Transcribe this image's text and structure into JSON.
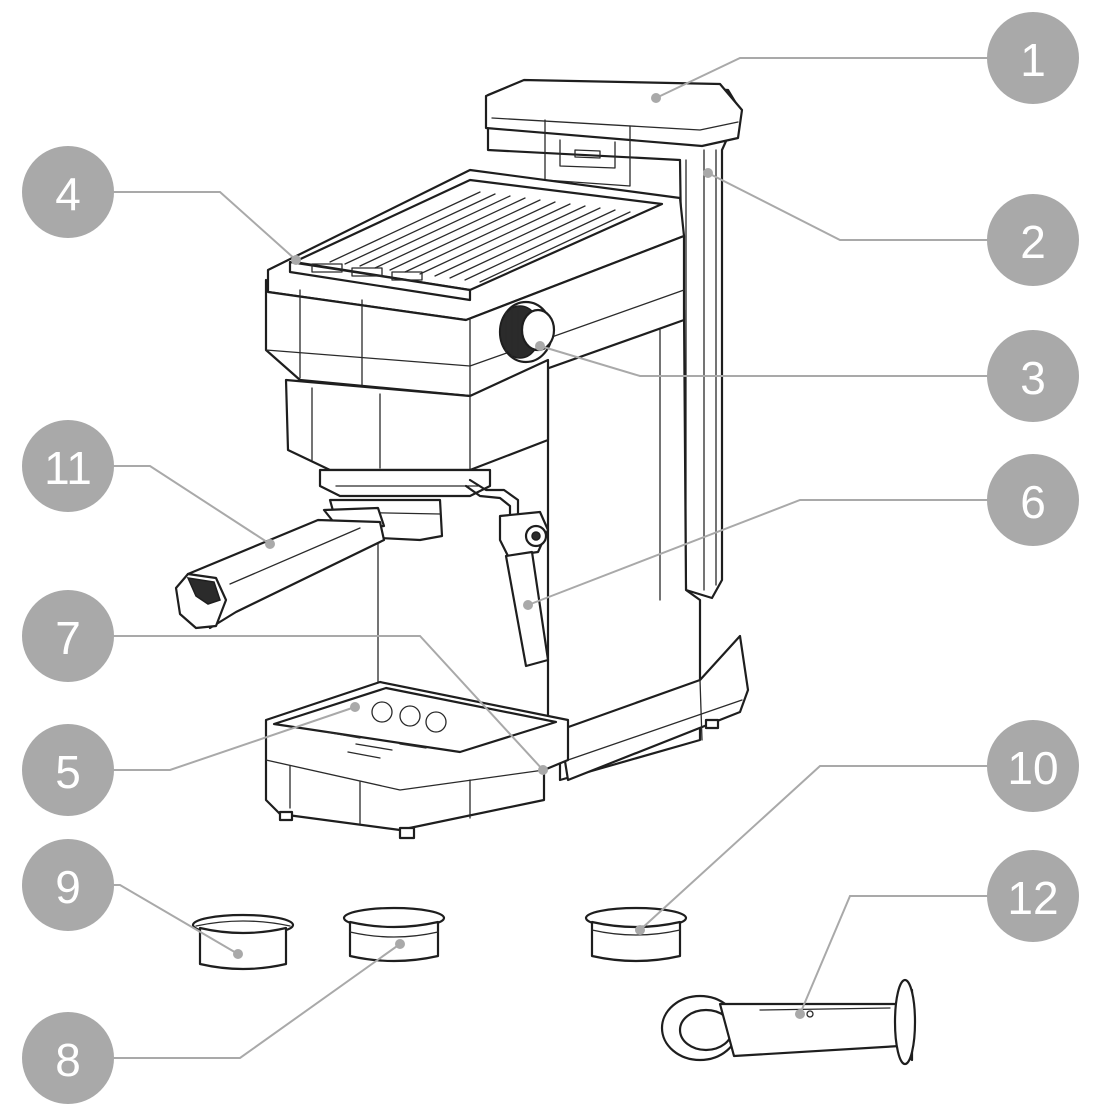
{
  "callouts": [
    {
      "id": "1",
      "label": "1"
    },
    {
      "id": "2",
      "label": "2"
    },
    {
      "id": "3",
      "label": "3"
    },
    {
      "id": "4",
      "label": "4"
    },
    {
      "id": "5",
      "label": "5"
    },
    {
      "id": "6",
      "label": "6"
    },
    {
      "id": "7",
      "label": "7"
    },
    {
      "id": "8",
      "label": "8"
    },
    {
      "id": "9",
      "label": "9"
    },
    {
      "id": "10",
      "label": "10"
    },
    {
      "id": "11",
      "label": "11"
    },
    {
      "id": "12",
      "label": "12"
    }
  ],
  "colors": {
    "badge": "#a9a9a9",
    "badge_text": "#ffffff",
    "line_art": "#1e1e1e"
  }
}
